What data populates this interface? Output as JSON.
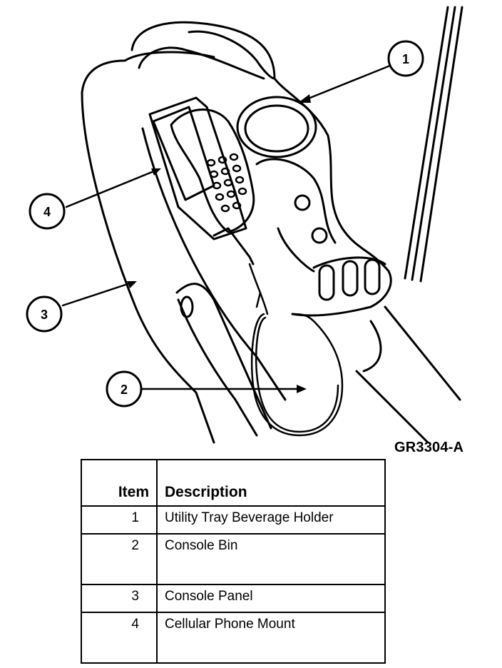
{
  "figure_id": "GR3304-A",
  "callouts": [
    "1",
    "2",
    "3",
    "4"
  ],
  "legend": {
    "headers": {
      "item": "Item",
      "description": "Description"
    },
    "rows": [
      {
        "item": "1",
        "description": "Utility Tray Beverage Holder"
      },
      {
        "item": "2",
        "description": "Console Bin"
      },
      {
        "item": "3",
        "description": "Console Panel"
      },
      {
        "item": "4",
        "description": "Cellular Phone Mount"
      }
    ]
  }
}
